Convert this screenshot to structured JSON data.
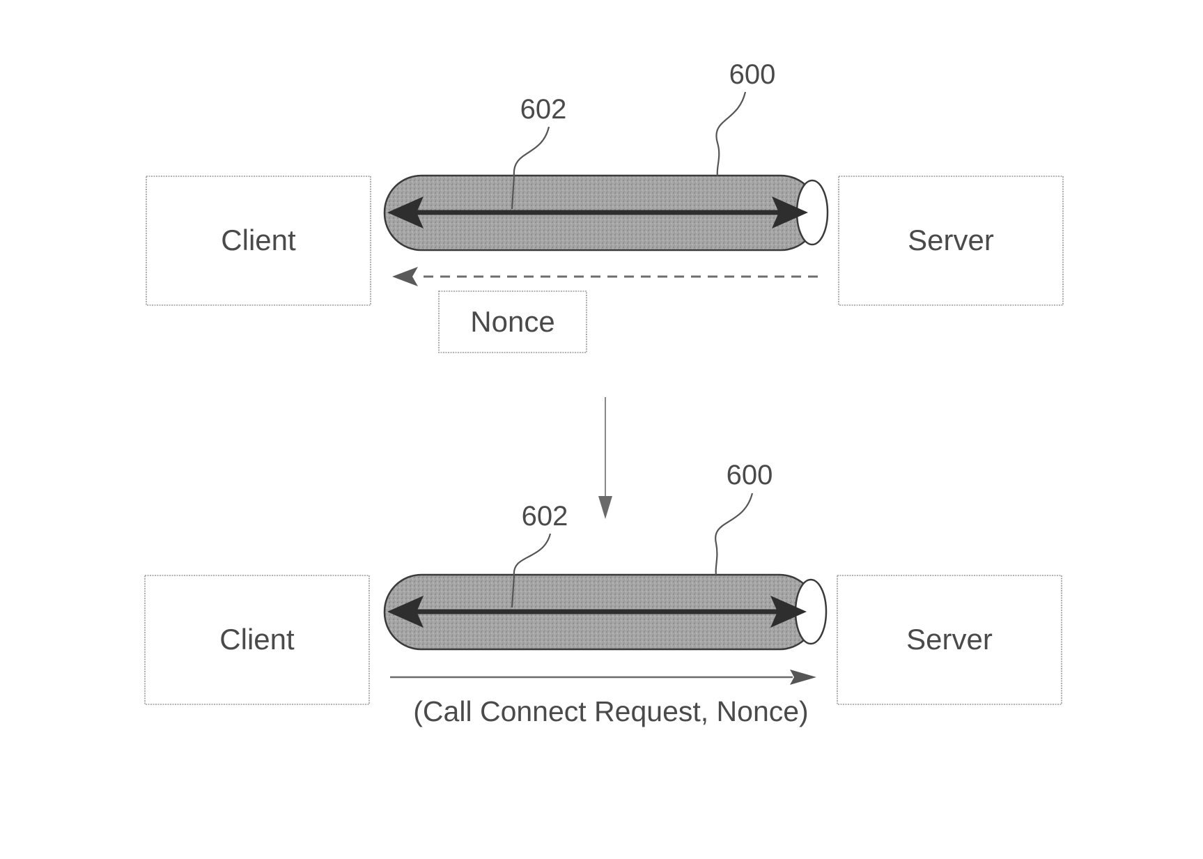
{
  "colors": {
    "tube_fill": "#a3a3a3",
    "tube_rim": "#3a3a3a",
    "arrow": "#2e2e2e",
    "text": "#4a4a4a",
    "box_stroke": "#9a9a9a"
  },
  "top_panel": {
    "client_label": "Client",
    "server_label": "Server",
    "tunnel_ref": "600",
    "arrow_ref": "602",
    "message_label": "Nonce",
    "message_direction": "server-to-client"
  },
  "bottom_panel": {
    "client_label": "Client",
    "server_label": "Server",
    "tunnel_ref": "600",
    "arrow_ref": "602",
    "message_label": "(Call Connect Request, Nonce)",
    "message_direction": "client-to-server"
  }
}
